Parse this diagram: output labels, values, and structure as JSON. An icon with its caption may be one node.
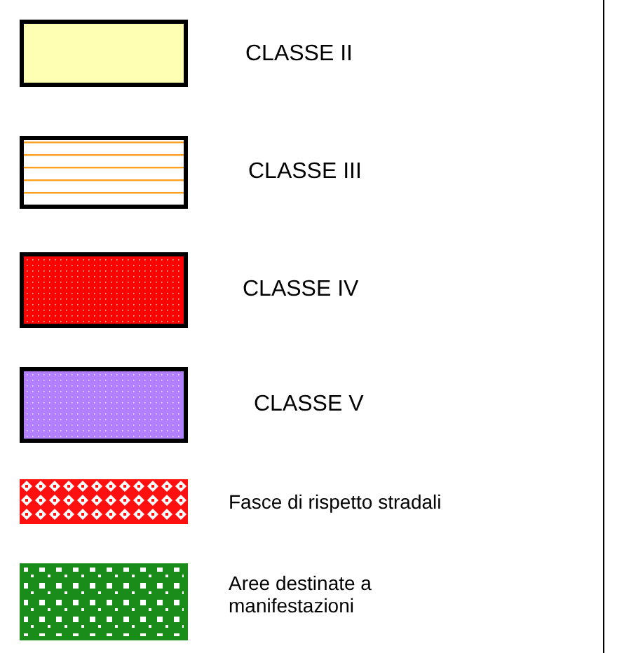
{
  "diagram": {
    "legend": [
      {
        "text": "CLASSE II",
        "color": "#ffffb3"
      },
      {
        "text": "CLASSE III",
        "color": "#ffa020"
      },
      {
        "text": "CLASSE IV",
        "color": "#ff0000"
      },
      {
        "text": "CLASSE V",
        "color": "#b27fff"
      },
      {
        "text": "Fasce di rispetto stradali",
        "color": "#ff1010"
      },
      {
        "text": "Aree destinate a manifestazioni",
        "color": "#1a8c1a"
      }
    ]
  }
}
